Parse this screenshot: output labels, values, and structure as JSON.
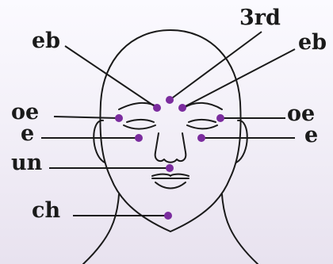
{
  "labels": {
    "third_eye": "3rd",
    "eyebrow_left": "eb",
    "eyebrow_right": "eb",
    "outer_eye_left": "oe",
    "outer_eye_right": "oe",
    "under_eye_left": "e",
    "under_eye_right": "e",
    "under_nose": "un",
    "chin": "ch"
  },
  "colors": {
    "point": "#7b2c9e",
    "outline": "#1a1a1a",
    "background": "#f3f0f8"
  }
}
